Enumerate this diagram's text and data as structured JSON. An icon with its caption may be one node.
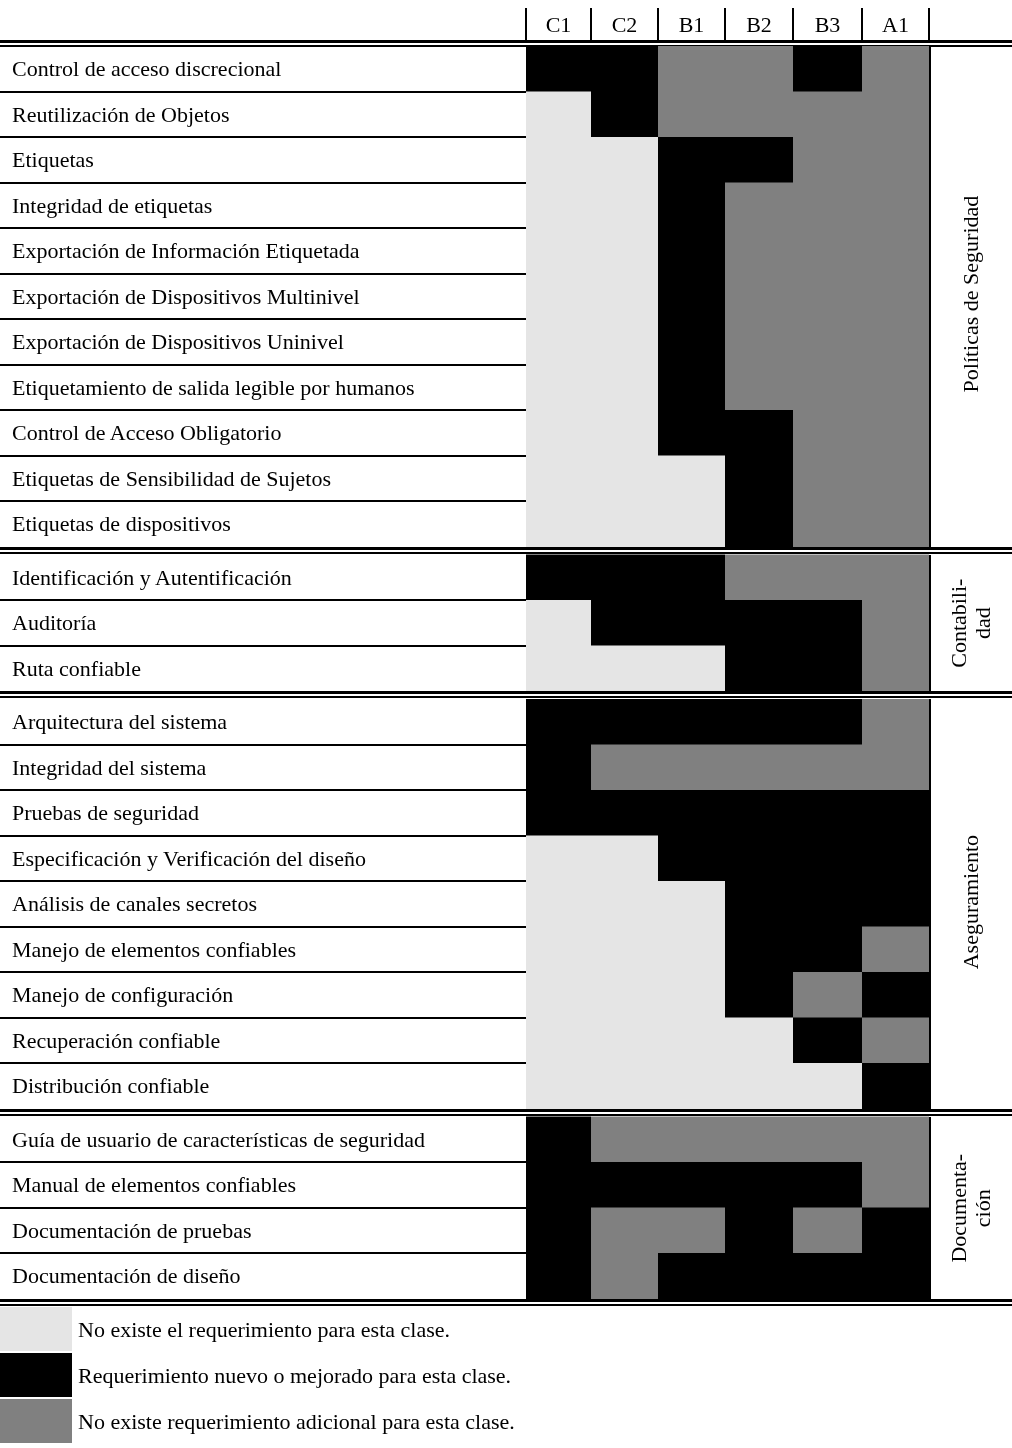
{
  "diagram": {
    "labels": [
      "C1",
      "C2",
      "B1",
      "B2",
      "B3",
      "A1",
      "Control de acceso discrecional",
      "Reutilización de Objetos",
      "Etiquetas",
      "Integridad de etiquetas",
      "Exportación de Información Etiquetada",
      "Exportación de Dispositivos Multinivel",
      "Exportación de Dispositivos Uninivel",
      "Etiquetamiento de salida legible por humanos",
      "Control de Acceso Obligatorio",
      "Etiquetas de Sensibilidad de Sujetos",
      "Etiquetas de dispositivos",
      "Políticas de Seguridad",
      "Identificación y Autentificación",
      "Auditoría",
      "Ruta confiable",
      "Contabili- dad",
      "Arquitectura del sistema",
      "Integridad del sistema",
      "Pruebas de seguridad",
      "Especificación y Verificación del diseño",
      "Análisis de canales secretos",
      "Manejo de elementos confiables",
      "Manejo de configuración",
      "Recuperación confiable",
      "Distribución confiable",
      "Aseguramiento",
      "Guía de usuario de características de seguridad",
      "Manual de elementos confiables",
      "Documentación de pruebas",
      "Documentación de diseño",
      "Documenta- ción"
    ],
    "legend": [
      {
        "text": "No existe el requerimiento para esta clase.",
        "color": "#e5e5e5"
      },
      {
        "text": "Requerimiento nuevo o mejorado para esta clase.",
        "color": "#000000"
      },
      {
        "text": "No existe requerimiento adicional para esta clase.",
        "color": "#808080"
      }
    ]
  }
}
